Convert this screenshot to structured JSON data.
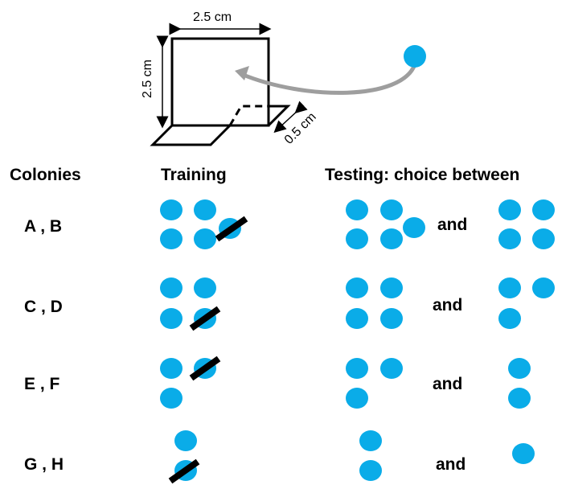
{
  "apparatus": {
    "dim_top": "2.5 cm",
    "dim_left": "2.5 cm",
    "dim_base": "0.5 cm"
  },
  "headers": {
    "colonies": "Colonies",
    "training": "Training",
    "testing": "Testing: choice between"
  },
  "rows": [
    {
      "colonies_label": "A , B",
      "and_label": "and",
      "training": {
        "dots": 4,
        "crossed": 1,
        "with_extra_crossed": true
      },
      "testing_left": {
        "dots": 4,
        "extra": 1
      },
      "testing_right": {
        "dots": 4
      }
    },
    {
      "colonies_label": "C , D",
      "and_label": "and",
      "training": {
        "dots": 4,
        "crossed": 1
      },
      "testing_left": {
        "dots": 4
      },
      "testing_right": {
        "dots": 3
      }
    },
    {
      "colonies_label": "E , F",
      "and_label": "and",
      "training": {
        "dots": 3,
        "crossed": 1
      },
      "testing_left": {
        "dots": 3
      },
      "testing_right": {
        "dots": 2
      }
    },
    {
      "colonies_label": "G , H",
      "and_label": "and",
      "training": {
        "dots": 2,
        "crossed": 1
      },
      "testing_left": {
        "dots": 2
      },
      "testing_right": {
        "dots": 1
      }
    }
  ],
  "colors": {
    "dot": "#0aace8",
    "line": "#000000",
    "arrow": "#9e9e9e"
  }
}
